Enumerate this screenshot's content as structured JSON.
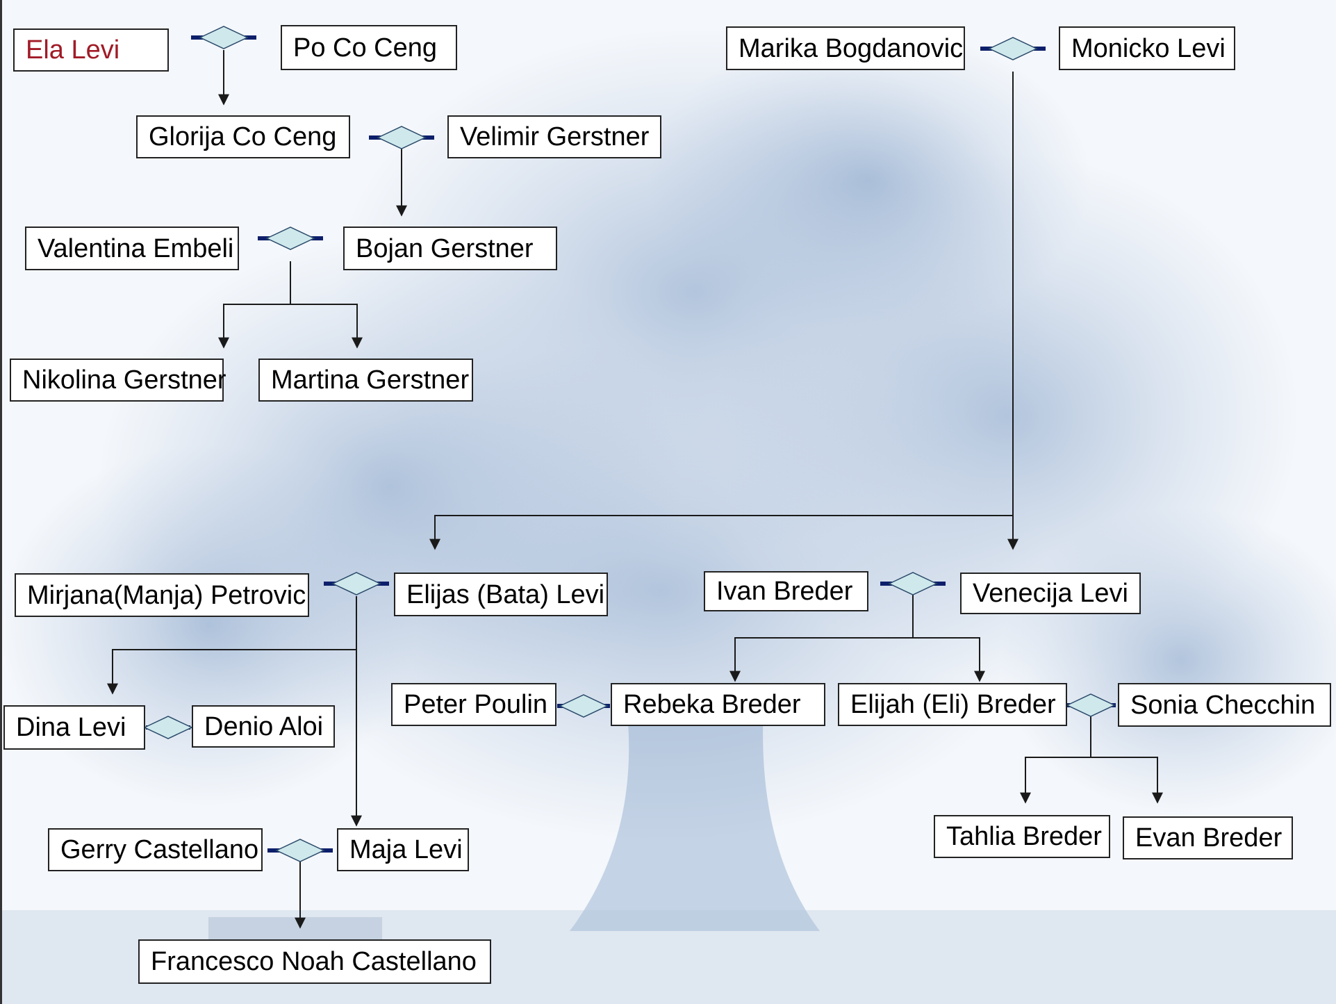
{
  "colors": {
    "box_border": "#222222",
    "connector": "#1a1a1a",
    "couple_bar": "#0d1f6b",
    "couple_diamond_fill": "#cfe8ec",
    "tree_tint": "#6f8fb8",
    "root_text": "#a01b26"
  },
  "people": {
    "ela_levi": "Ela  Levi",
    "po_co_ceng": "Po Co Ceng",
    "glorija_co_ceng": "Glorija Co Ceng",
    "velimir_gerstner": "Velimir Gerstner",
    "valentina_embeli": "Valentina Embeli",
    "bojan_gerstner": "Bojan Gerstner",
    "nikolina_gerstner": "Nikolina Gerstner",
    "martina_gerstner": "Martina Gerstner",
    "marika_bogdanovic": "Marika Bogdanovic",
    "monicko_levi": "Monicko Levi",
    "mirjana_petrovic": "Mirjana(Manja) Petrovic",
    "elijas_levi": "Elijas (Bata) Levi",
    "ivan_breder": "Ivan Breder",
    "venecija_levi": "Venecija Levi",
    "dina_levi": "Dina Levi",
    "denio_aloi": "Denio Aloi",
    "peter_poulin": "Peter Poulin",
    "rebeka_breder": "Rebeka Breder",
    "elijah_breder": "Elijah (Eli) Breder",
    "sonia_checchin": "Sonia Checchin",
    "tahlia_breder": "Tahlia Breder",
    "evan_breder": "Evan Breder",
    "gerry_castellano": "Gerry Castellano",
    "maja_levi": "Maja Levi",
    "francesco_castellano": "Francesco Noah Castellano"
  },
  "couples": [
    {
      "partners": [
        "Ela  Levi",
        "Po Co Ceng"
      ],
      "children": [
        "Glorija Co Ceng"
      ]
    },
    {
      "partners": [
        "Glorija Co Ceng",
        "Velimir Gerstner"
      ],
      "children": [
        "Bojan Gerstner"
      ]
    },
    {
      "partners": [
        "Valentina Embeli",
        "Bojan Gerstner"
      ],
      "children": [
        "Nikolina Gerstner",
        "Martina Gerstner"
      ]
    },
    {
      "partners": [
        "Marika Bogdanovic",
        "Monicko Levi"
      ],
      "children": [
        "Elijas (Bata) Levi",
        "Venecija Levi"
      ]
    },
    {
      "partners": [
        "Mirjana(Manja) Petrovic",
        "Elijas (Bata) Levi"
      ],
      "children": [
        "Dina Levi",
        "Maja Levi"
      ]
    },
    {
      "partners": [
        "Ivan Breder",
        "Venecija Levi"
      ],
      "children": [
        "Rebeka Breder",
        "Elijah (Eli) Breder"
      ]
    },
    {
      "partners": [
        "Dina Levi",
        "Denio Aloi"
      ],
      "children": []
    },
    {
      "partners": [
        "Peter Poulin",
        "Rebeka Breder"
      ],
      "children": []
    },
    {
      "partners": [
        "Elijah (Eli) Breder",
        "Sonia Checchin"
      ],
      "children": [
        "Tahlia Breder",
        "Evan Breder"
      ]
    },
    {
      "partners": [
        "Gerry Castellano",
        "Maja Levi"
      ],
      "children": [
        "Francesco Noah Castellano"
      ]
    }
  ]
}
